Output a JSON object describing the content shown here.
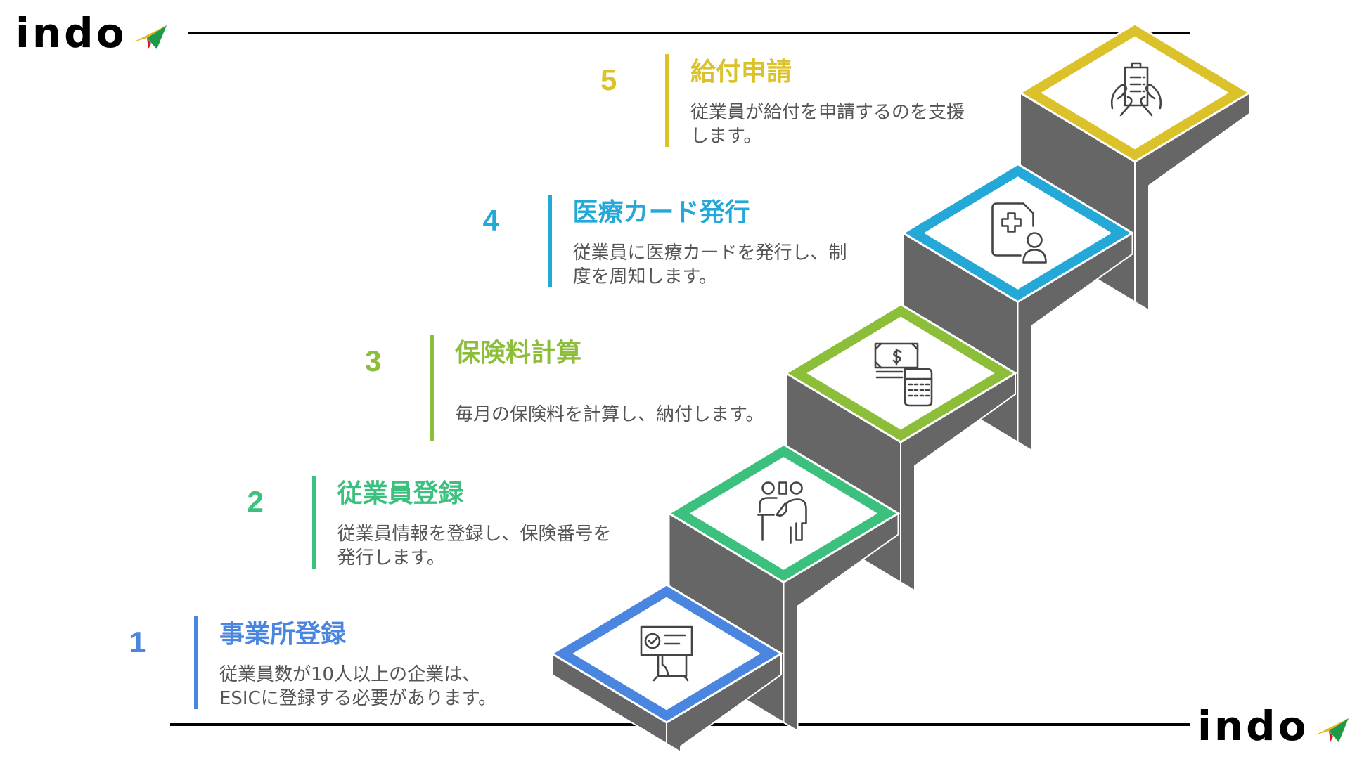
{
  "brand": {
    "logo_text": "indo",
    "logo_icon": "paper-plane-icon"
  },
  "colors": {
    "step_gray": "#666666",
    "rule": "#000000",
    "text_gray": "#555555"
  },
  "steps": [
    {
      "number": "1",
      "title": "事業所登録",
      "desc_lines": [
        "従業員数が10人以上の企業は、",
        "ESICに登録する必要があります。"
      ],
      "color": "#4A86E0",
      "icon": "checklist-sign-icon"
    },
    {
      "number": "2",
      "title": "従業員登録",
      "desc_lines": [
        "従業員情報を登録し、保険番号を",
        "発行します。"
      ],
      "color": "#3CC07E",
      "icon": "presenter-registration-icon"
    },
    {
      "number": "3",
      "title": "保険料計算",
      "desc_lines": [
        "毎月の保険料を計算し、納付します。"
      ],
      "color": "#8DBE3A",
      "icon": "money-calculator-icon"
    },
    {
      "number": "4",
      "title": "医療カード発行",
      "desc_lines": [
        "従業員に医療カードを発行し、制",
        "度を周知します。"
      ],
      "color": "#24A8D8",
      "icon": "medical-card-user-icon"
    },
    {
      "number": "5",
      "title": "給付申請",
      "desc_lines": [
        "従業員が給付を申請するのを支援",
        "します。"
      ],
      "color": "#DCC22A",
      "icon": "hands-holding-form-icon"
    }
  ]
}
